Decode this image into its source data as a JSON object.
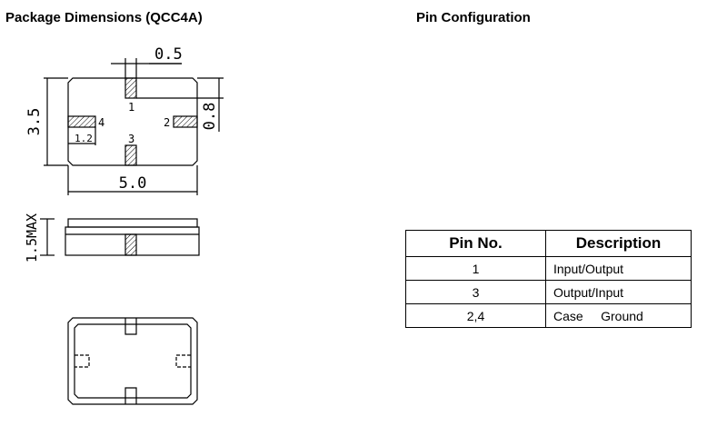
{
  "left_heading": "Package Dimensions (QCC4A)",
  "right_heading": "Pin Configuration",
  "drawing": {
    "dim_pad_width": "0.5",
    "dim_height": "3.5",
    "dim_pad_height": "0.8",
    "dim_pad_length": "1.2",
    "dim_width": "5.0",
    "dim_max_height": "1.5MAX",
    "pin_labels": [
      "1",
      "2",
      "3",
      "4"
    ]
  },
  "pin_table": {
    "headers": [
      "Pin No.",
      "Description"
    ],
    "rows": [
      {
        "pin": "1",
        "description": "Input/Output"
      },
      {
        "pin": "3",
        "description": "Output/Input"
      },
      {
        "pin": "2,4",
        "description": "Case     Ground"
      }
    ]
  }
}
